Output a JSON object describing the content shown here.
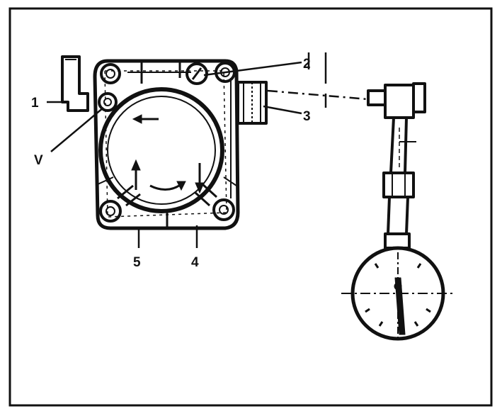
{
  "diagram": {
    "labels": {
      "one": "1",
      "two": "2",
      "three": "3",
      "four": "4",
      "five": "5",
      "vee": "V"
    },
    "ink_color": "#111111",
    "paper_color": "#ffffff"
  }
}
